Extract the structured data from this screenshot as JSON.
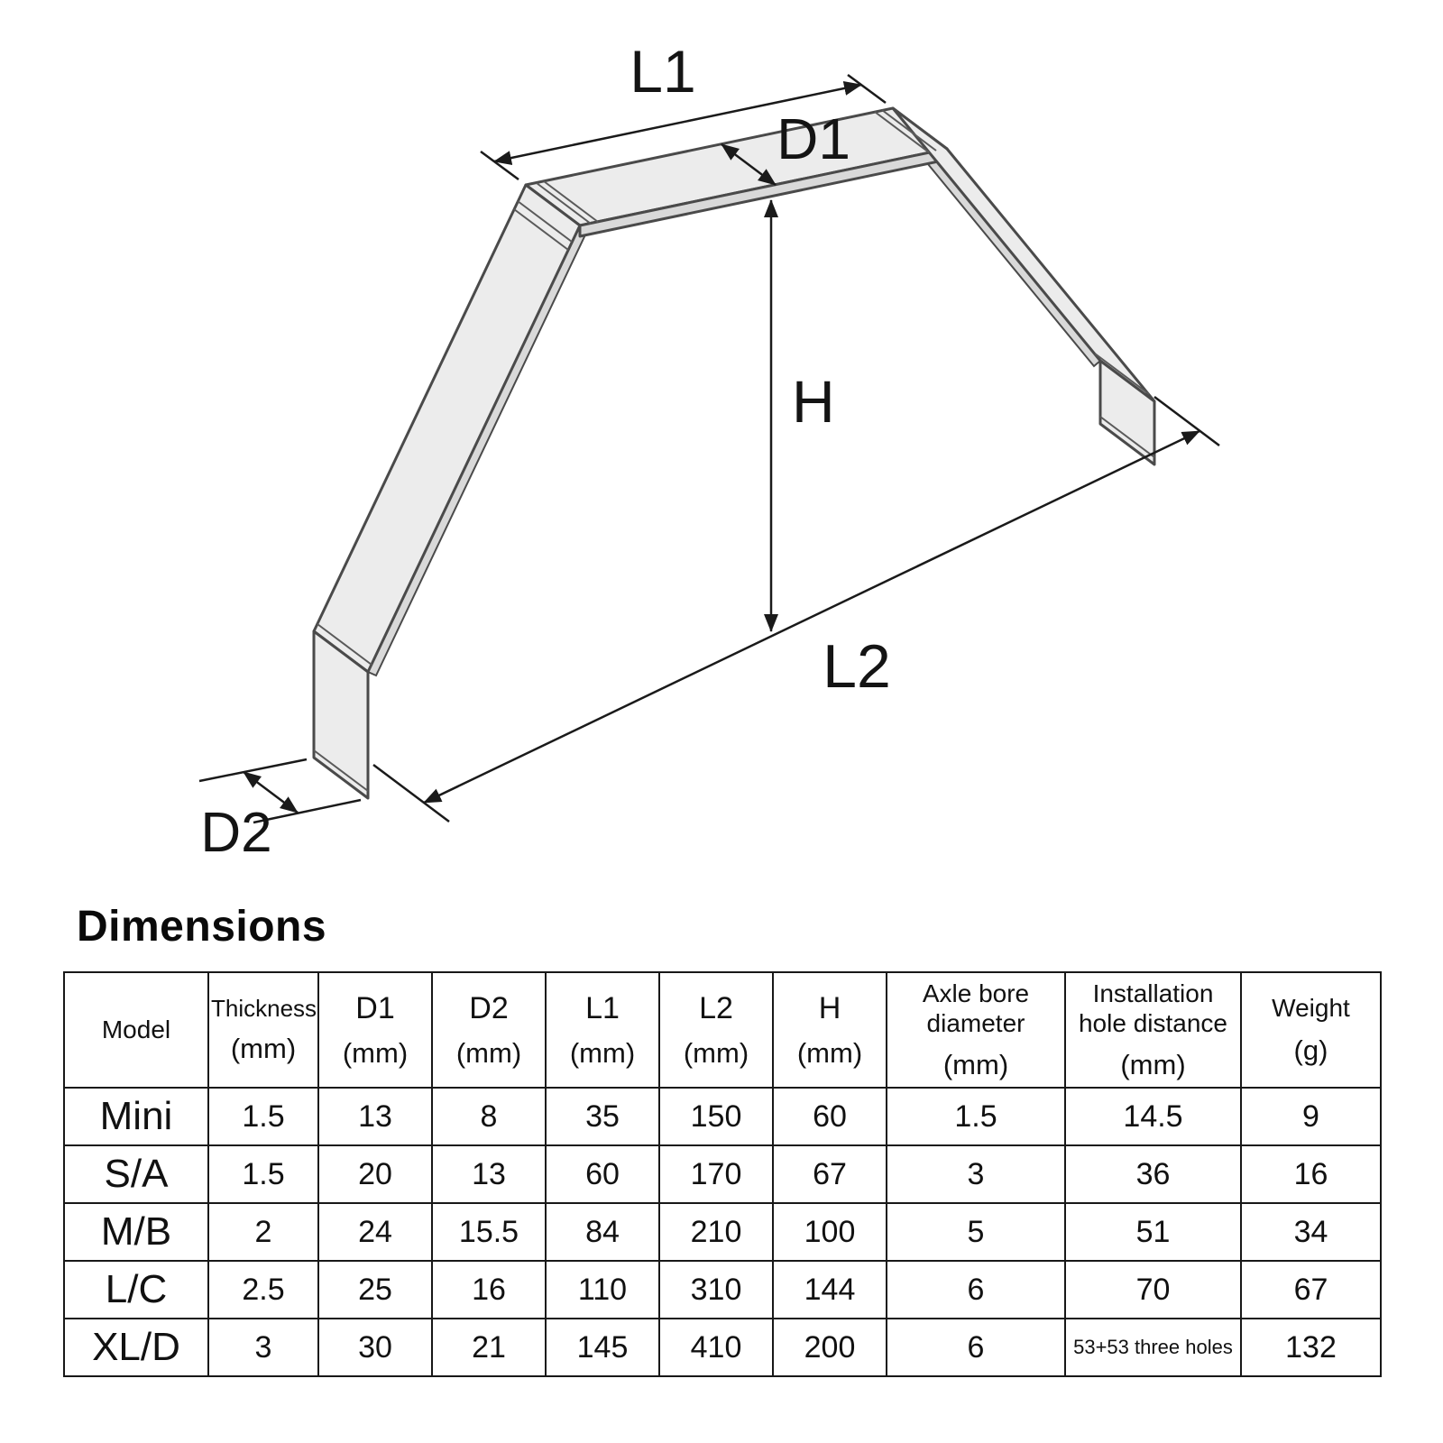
{
  "page": {
    "heading": "Dimensions"
  },
  "colors": {
    "line": "#1a1a1a",
    "face": "#ececec",
    "edge": "#4a4a4a"
  },
  "diagram": {
    "description": "isometric technical drawing of trapezoid arch handle bracket with dimension callouts",
    "labels": {
      "l1": "L1",
      "d1": "D1",
      "h": "H",
      "l2": "L2",
      "d2": "D2"
    }
  },
  "table": {
    "headers": [
      {
        "title": "Model",
        "unit": ""
      },
      {
        "title": "Thickness",
        "unit": "(mm)"
      },
      {
        "title": "D1",
        "unit": "(mm)"
      },
      {
        "title": "D2",
        "unit": "(mm)"
      },
      {
        "title": "L1",
        "unit": "(mm)"
      },
      {
        "title": "L2",
        "unit": "(mm)"
      },
      {
        "title": "H",
        "unit": "(mm)"
      },
      {
        "title": "Axle bore diameter",
        "unit": "(mm)"
      },
      {
        "title": "Installation hole distance",
        "unit": "(mm)"
      },
      {
        "title": "Weight",
        "unit": "(g)"
      }
    ],
    "rows": [
      {
        "model": "Mini",
        "values": [
          "1.5",
          "13",
          "8",
          "35",
          "150",
          "60",
          "1.5",
          "14.5",
          "9"
        ]
      },
      {
        "model": "S/A",
        "values": [
          "1.5",
          "20",
          "13",
          "60",
          "170",
          "67",
          "3",
          "36",
          "16"
        ]
      },
      {
        "model": "M/B",
        "values": [
          "2",
          "24",
          "15.5",
          "84",
          "210",
          "100",
          "5",
          "51",
          "34"
        ]
      },
      {
        "model": "L/C",
        "values": [
          "2.5",
          "25",
          "16",
          "110",
          "310",
          "144",
          "6",
          "70",
          "67"
        ]
      },
      {
        "model": "XL/D",
        "values": [
          "3",
          "30",
          "21",
          "145",
          "410",
          "200",
          "6",
          "53+53 three holes",
          "132"
        ]
      }
    ]
  }
}
